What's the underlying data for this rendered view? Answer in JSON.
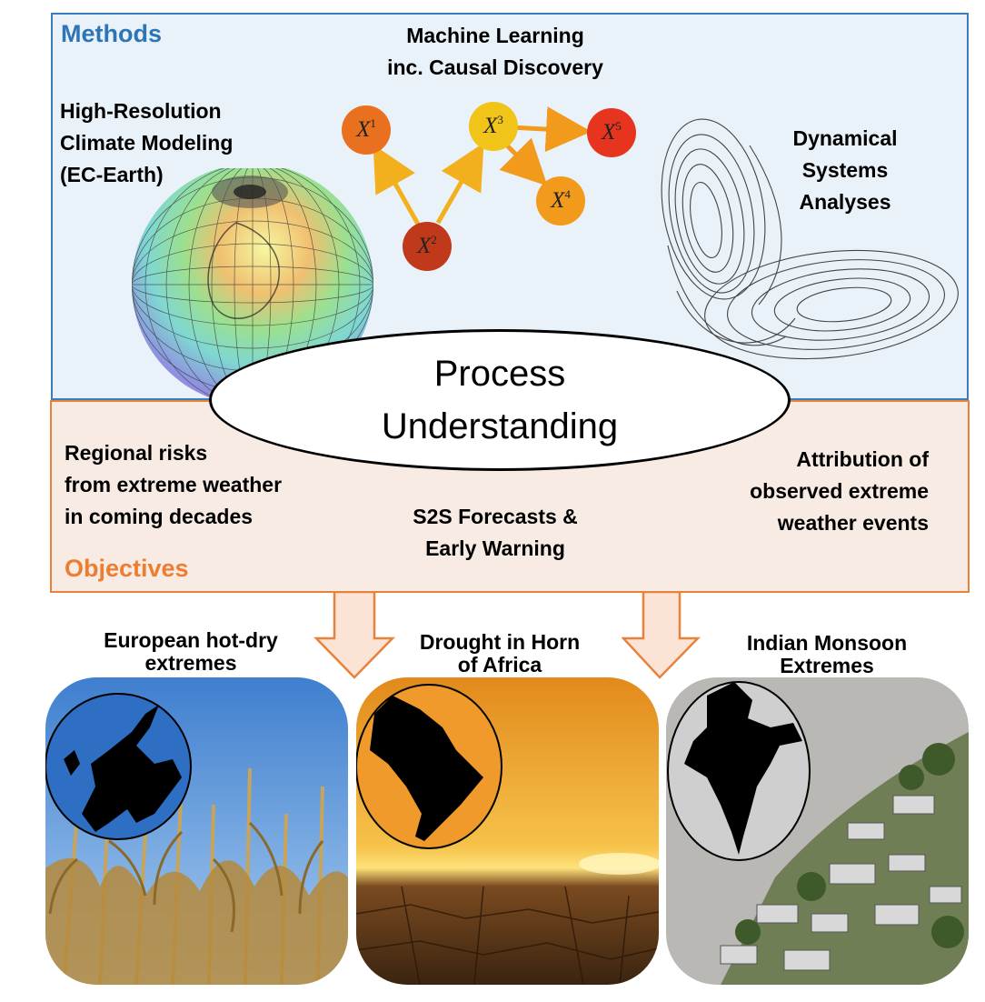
{
  "methods": {
    "title": "Methods",
    "title_color": "#2e75b6",
    "climate_modeling": [
      "High-Resolution",
      "Climate Modeling",
      "(EC-Earth)"
    ],
    "machine_learning": [
      "Machine Learning",
      "inc. Causal Discovery"
    ],
    "dynamical_systems": [
      "Dynamical",
      "Systems",
      "Analyses"
    ],
    "causal_graph": {
      "nodes": [
        {
          "id": "x1",
          "var": "X",
          "index": "1",
          "color": "#e8701e"
        },
        {
          "id": "x2",
          "var": "X",
          "index": "2",
          "color": "#c0391a"
        },
        {
          "id": "x3",
          "var": "X",
          "index": "3",
          "color": "#f0c419"
        },
        {
          "id": "x4",
          "var": "X",
          "index": "4",
          "color": "#f29a1c"
        },
        {
          "id": "x5",
          "var": "X",
          "index": "5",
          "color": "#e6341e"
        }
      ],
      "edges": [
        [
          "x2",
          "x1"
        ],
        [
          "x2",
          "x3"
        ],
        [
          "x3",
          "x5"
        ],
        [
          "x3",
          "x4"
        ]
      ]
    }
  },
  "center": {
    "line1": "Process",
    "line2": "Understanding"
  },
  "objectives": {
    "title": "Objectives",
    "title_color": "#ed7d31",
    "regional_risks": [
      "Regional risks",
      "from extreme weather",
      "in coming decades"
    ],
    "forecasts": [
      "S2S Forecasts &",
      "Early Warning"
    ],
    "attribution": [
      "Attribution of",
      "observed extreme",
      "weather events"
    ]
  },
  "regions": [
    {
      "title": [
        "European hot-dry",
        "extremes"
      ],
      "map": "europe-map"
    },
    {
      "title": [
        "Drought in Horn",
        "of Africa"
      ],
      "map": "horn-of-africa-map"
    },
    {
      "title": [
        "Indian Monsoon",
        "Extremes"
      ],
      "map": "india-map"
    }
  ]
}
